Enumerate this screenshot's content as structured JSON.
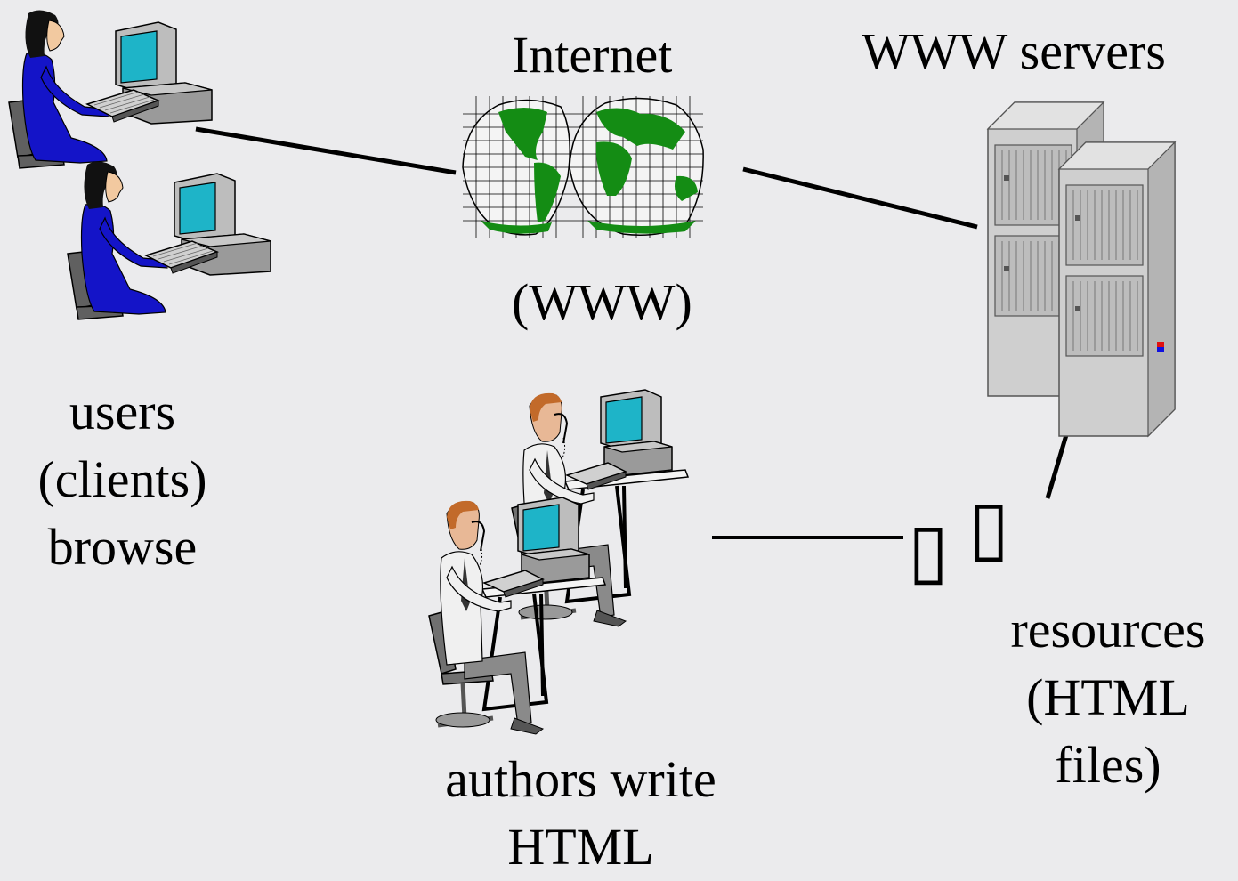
{
  "labels": {
    "internet": "Internet",
    "www": "(WWW)",
    "www_servers": "WWW servers",
    "users": [
      "users",
      "(clients)",
      "browse"
    ],
    "authors": [
      "authors write",
      "HTML"
    ],
    "resources": [
      "resources",
      "(HTML",
      "files)"
    ]
  },
  "placeholder_glyph": "▯",
  "colors": {
    "background": "#ebebed",
    "user_clothing": "#1414c8",
    "monitor_screen": "#1eb4c8",
    "globe_land": "#148c14",
    "server_body": "#cfcfcf",
    "server_led_red": "#e01010",
    "server_led_blue": "#1010e0"
  },
  "icons": {
    "users_group": "woman-at-computer-icon",
    "authors_group": "man-at-computer-icon",
    "internet": "globe-map-icon",
    "servers": "server-tower-icon",
    "resources": "file-icon"
  }
}
